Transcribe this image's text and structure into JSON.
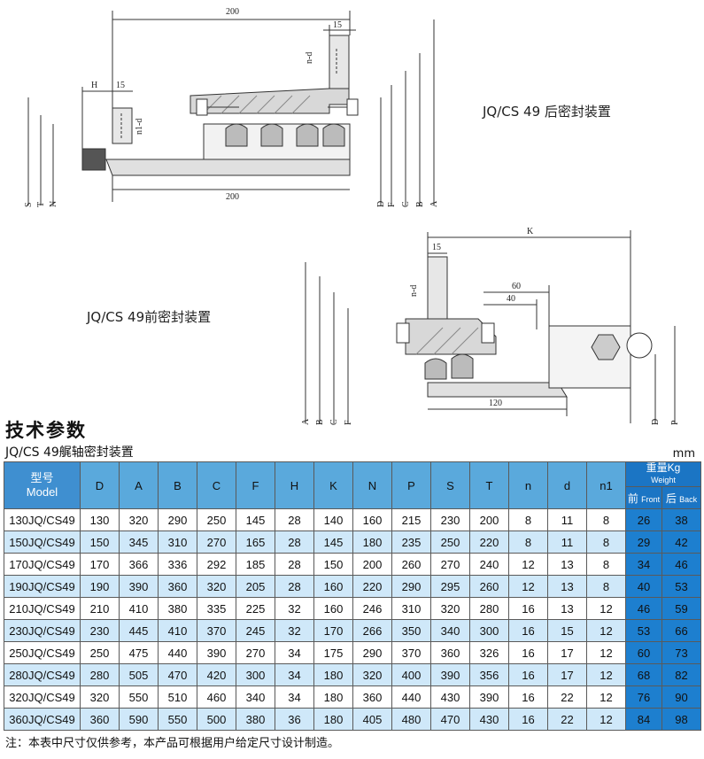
{
  "drawing_rear": {
    "caption": "JQ/CS 49 后密封装置",
    "dims": {
      "top_200": "200",
      "top_15": "15",
      "left_H": "H",
      "left_15": "15",
      "bottom_200": "200",
      "nd": "n-d",
      "n1d": "n1-d"
    },
    "right_letters": [
      "D",
      "F",
      "C",
      "B",
      "A"
    ],
    "left_letters": [
      "S",
      "T",
      "N"
    ]
  },
  "drawing_front": {
    "caption": "JQ/CS 49前密封装置",
    "dims": {
      "K": "K",
      "d15": "15",
      "d60": "60",
      "d40": "40",
      "d120": "120",
      "nd": "n-d"
    },
    "left_letters": [
      "A",
      "B",
      "C",
      "F"
    ],
    "right_letters": [
      "D",
      "P"
    ]
  },
  "section_title": "技术参数",
  "subtitle": "JQ/CS 49艉轴密封装置",
  "unit": "mm",
  "table": {
    "model_header": "型号",
    "model_header_en": "Model",
    "columns": [
      "D",
      "A",
      "B",
      "C",
      "F",
      "H",
      "K",
      "N",
      "P",
      "S",
      "T",
      "n",
      "d",
      "n1"
    ],
    "weight_header": "重量Kg",
    "weight_header_en": "Weight",
    "front_label": "前",
    "front_label_en": "Front",
    "back_label": "后",
    "back_label_en": "Back",
    "rows": [
      {
        "model": "130JQ/CS49",
        "vals": [
          "130",
          "320",
          "290",
          "250",
          "145",
          "28",
          "140",
          "160",
          "215",
          "230",
          "200",
          "8",
          "11",
          "8"
        ],
        "front": "26",
        "back": "38"
      },
      {
        "model": "150JQ/CS49",
        "vals": [
          "150",
          "345",
          "310",
          "270",
          "165",
          "28",
          "145",
          "180",
          "235",
          "250",
          "220",
          "8",
          "11",
          "8"
        ],
        "front": "29",
        "back": "42"
      },
      {
        "model": "170JQ/CS49",
        "vals": [
          "170",
          "366",
          "336",
          "292",
          "185",
          "28",
          "150",
          "200",
          "260",
          "270",
          "240",
          "12",
          "13",
          "8"
        ],
        "front": "34",
        "back": "46"
      },
      {
        "model": "190JQ/CS49",
        "vals": [
          "190",
          "390",
          "360",
          "320",
          "205",
          "28",
          "160",
          "220",
          "290",
          "295",
          "260",
          "12",
          "13",
          "8"
        ],
        "front": "40",
        "back": "53"
      },
      {
        "model": "210JQ/CS49",
        "vals": [
          "210",
          "410",
          "380",
          "335",
          "225",
          "32",
          "160",
          "246",
          "310",
          "320",
          "280",
          "16",
          "13",
          "12"
        ],
        "front": "46",
        "back": "59"
      },
      {
        "model": "230JQ/CS49",
        "vals": [
          "230",
          "445",
          "410",
          "370",
          "245",
          "32",
          "170",
          "266",
          "350",
          "340",
          "300",
          "16",
          "15",
          "12"
        ],
        "front": "53",
        "back": "66"
      },
      {
        "model": "250JQ/CS49",
        "vals": [
          "250",
          "475",
          "440",
          "390",
          "270",
          "34",
          "175",
          "290",
          "370",
          "360",
          "326",
          "16",
          "17",
          "12"
        ],
        "front": "60",
        "back": "73"
      },
      {
        "model": "280JQ/CS49",
        "vals": [
          "280",
          "505",
          "470",
          "420",
          "300",
          "34",
          "180",
          "320",
          "400",
          "390",
          "356",
          "16",
          "17",
          "12"
        ],
        "front": "68",
        "back": "82"
      },
      {
        "model": "320JQ/CS49",
        "vals": [
          "320",
          "550",
          "510",
          "460",
          "340",
          "34",
          "180",
          "360",
          "440",
          "430",
          "390",
          "16",
          "22",
          "12"
        ],
        "front": "76",
        "back": "90"
      },
      {
        "model": "360JQ/CS49",
        "vals": [
          "360",
          "590",
          "550",
          "500",
          "380",
          "36",
          "180",
          "405",
          "480",
          "470",
          "430",
          "16",
          "22",
          "12"
        ],
        "front": "84",
        "back": "98"
      }
    ]
  },
  "note": "注：本表中尺寸仅供参考，本产品可根据用户给定尺寸设计制造。"
}
